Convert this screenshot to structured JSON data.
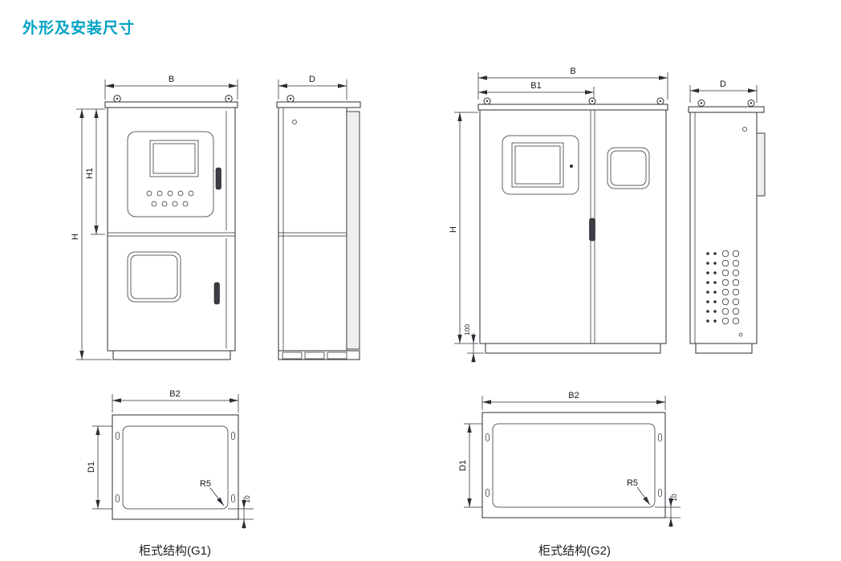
{
  "page": {
    "title": "外形及安装尺寸",
    "accent_color": "#00a2c4",
    "line_color": "#2e2e36"
  },
  "views": {
    "g1_front": {
      "dims": {
        "width": "B",
        "height": "H",
        "upper_height": "H1"
      }
    },
    "g1_side": {
      "dims": {
        "depth": "D"
      }
    },
    "g2_front": {
      "dims": {
        "width": "B",
        "left_door_width": "B1",
        "height": "H",
        "base_height": "100"
      }
    },
    "g2_side": {
      "dims": {
        "depth": "D"
      }
    },
    "g1_plan": {
      "dims": {
        "width": "B2",
        "depth": "D1",
        "corner_radius": "R5",
        "flange_offset": "10"
      },
      "caption": "柜式结构(G1)"
    },
    "g2_plan": {
      "dims": {
        "width": "B2",
        "depth": "D1",
        "corner_radius": "R5",
        "flange_offset": "10"
      },
      "caption": "柜式结构(G2)"
    }
  }
}
